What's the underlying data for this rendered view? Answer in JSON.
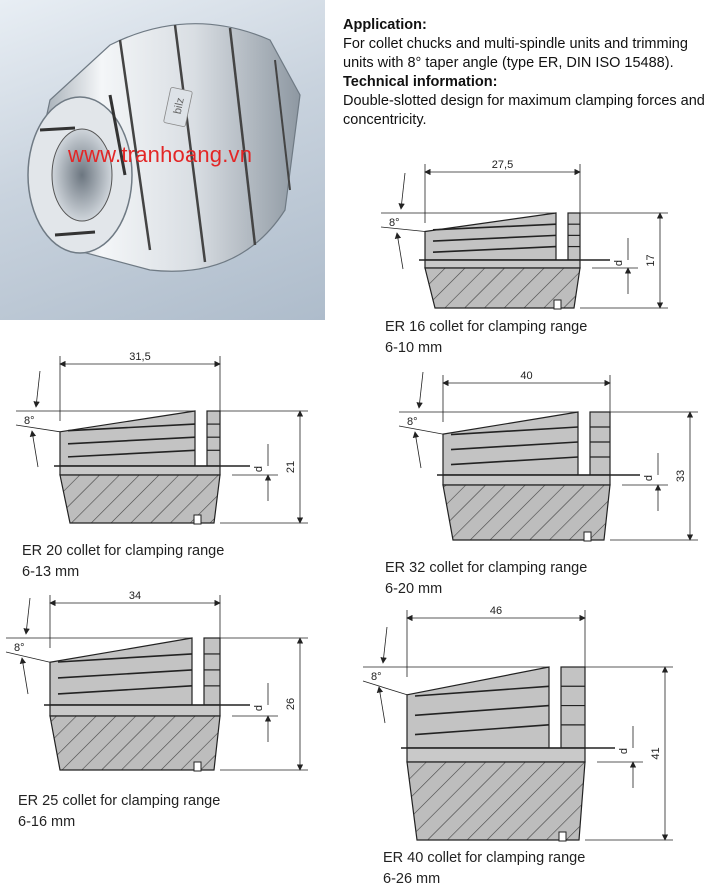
{
  "photo": {
    "watermark": "www.tranhoang.vn",
    "logo_text": "bilz"
  },
  "info": {
    "application_heading": "Application:",
    "application_text": "For collet chucks and multi-spindle units and trimming units with 8° taper angle (type ER, DIN ISO 15488).",
    "technical_heading": "Technical information:",
    "technical_text": "Double-slotted design for maximum clamping forces and concentricity."
  },
  "collets": [
    {
      "id": "er16",
      "length": "27,5",
      "height": "17",
      "angle": "8°",
      "d": "d",
      "caption1": "ER 16 collet for clamping range",
      "caption2": "6-10 mm"
    },
    {
      "id": "er20",
      "length": "31,5",
      "height": "21",
      "angle": "8°",
      "d": "d",
      "caption1": "ER 20 collet for clamping range",
      "caption2": "6-13 mm"
    },
    {
      "id": "er32",
      "length": "40",
      "height": "33",
      "angle": "8°",
      "d": "d",
      "caption1": "ER 32 collet for clamping range",
      "caption2": "6-20 mm"
    },
    {
      "id": "er25",
      "length": "34",
      "height": "26",
      "angle": "8°",
      "d": "d",
      "caption1": "ER 25 collet for clamping range",
      "caption2": "6-16 mm"
    },
    {
      "id": "er40",
      "length": "46",
      "height": "41",
      "angle": "8°",
      "d": "d",
      "caption1": "ER 40 collet for clamping range",
      "caption2": "6-26 mm"
    }
  ]
}
